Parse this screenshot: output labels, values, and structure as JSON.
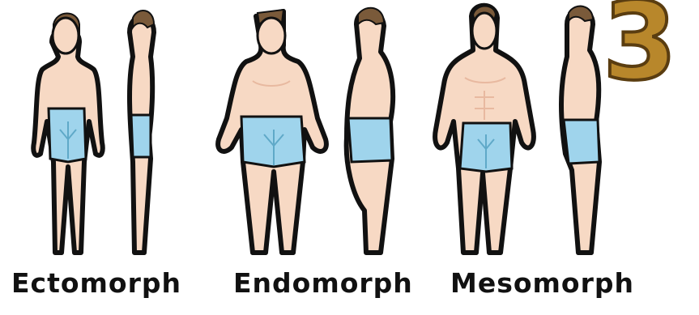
{
  "badge": {
    "text": "3",
    "color": "#b8872b",
    "outline_color": "#5a3d10"
  },
  "body_types": [
    {
      "name": "Ectomorph"
    },
    {
      "name": "Endomorph"
    },
    {
      "name": "Mesomorph"
    }
  ],
  "colors": {
    "skin": "#f7d9c4",
    "skin_shadow": "#e8b9a0",
    "shorts": "#9fd4ec",
    "shorts_shadow": "#5fa9c8",
    "hair": "#7a5a3a",
    "outline": "#111111"
  }
}
